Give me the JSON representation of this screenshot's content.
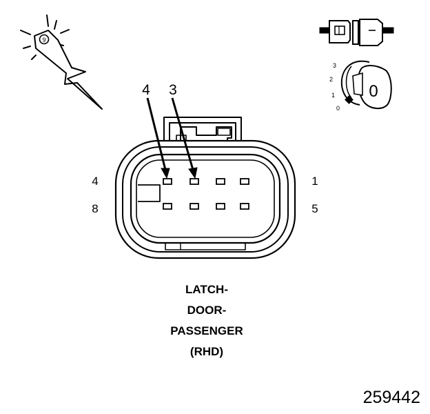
{
  "connector": {
    "row_labels": {
      "top_left": "4",
      "bottom_left": "8",
      "top_right": "1",
      "bottom_right": "5"
    },
    "callouts": [
      {
        "label": "4",
        "cavity": 4
      },
      {
        "label": "3",
        "cavity": 3
      }
    ]
  },
  "key_icon": {
    "scale": [
      "3",
      "2",
      "1",
      "0"
    ],
    "position_label": "0"
  },
  "caption": {
    "lines": [
      "LATCH-",
      "DOOR-",
      "PASSENGER",
      "(RHD)"
    ]
  },
  "figure_number": "259442",
  "icons": [
    "test-probe-icon",
    "connector-plug-icon",
    "ignition-key-icon"
  ]
}
